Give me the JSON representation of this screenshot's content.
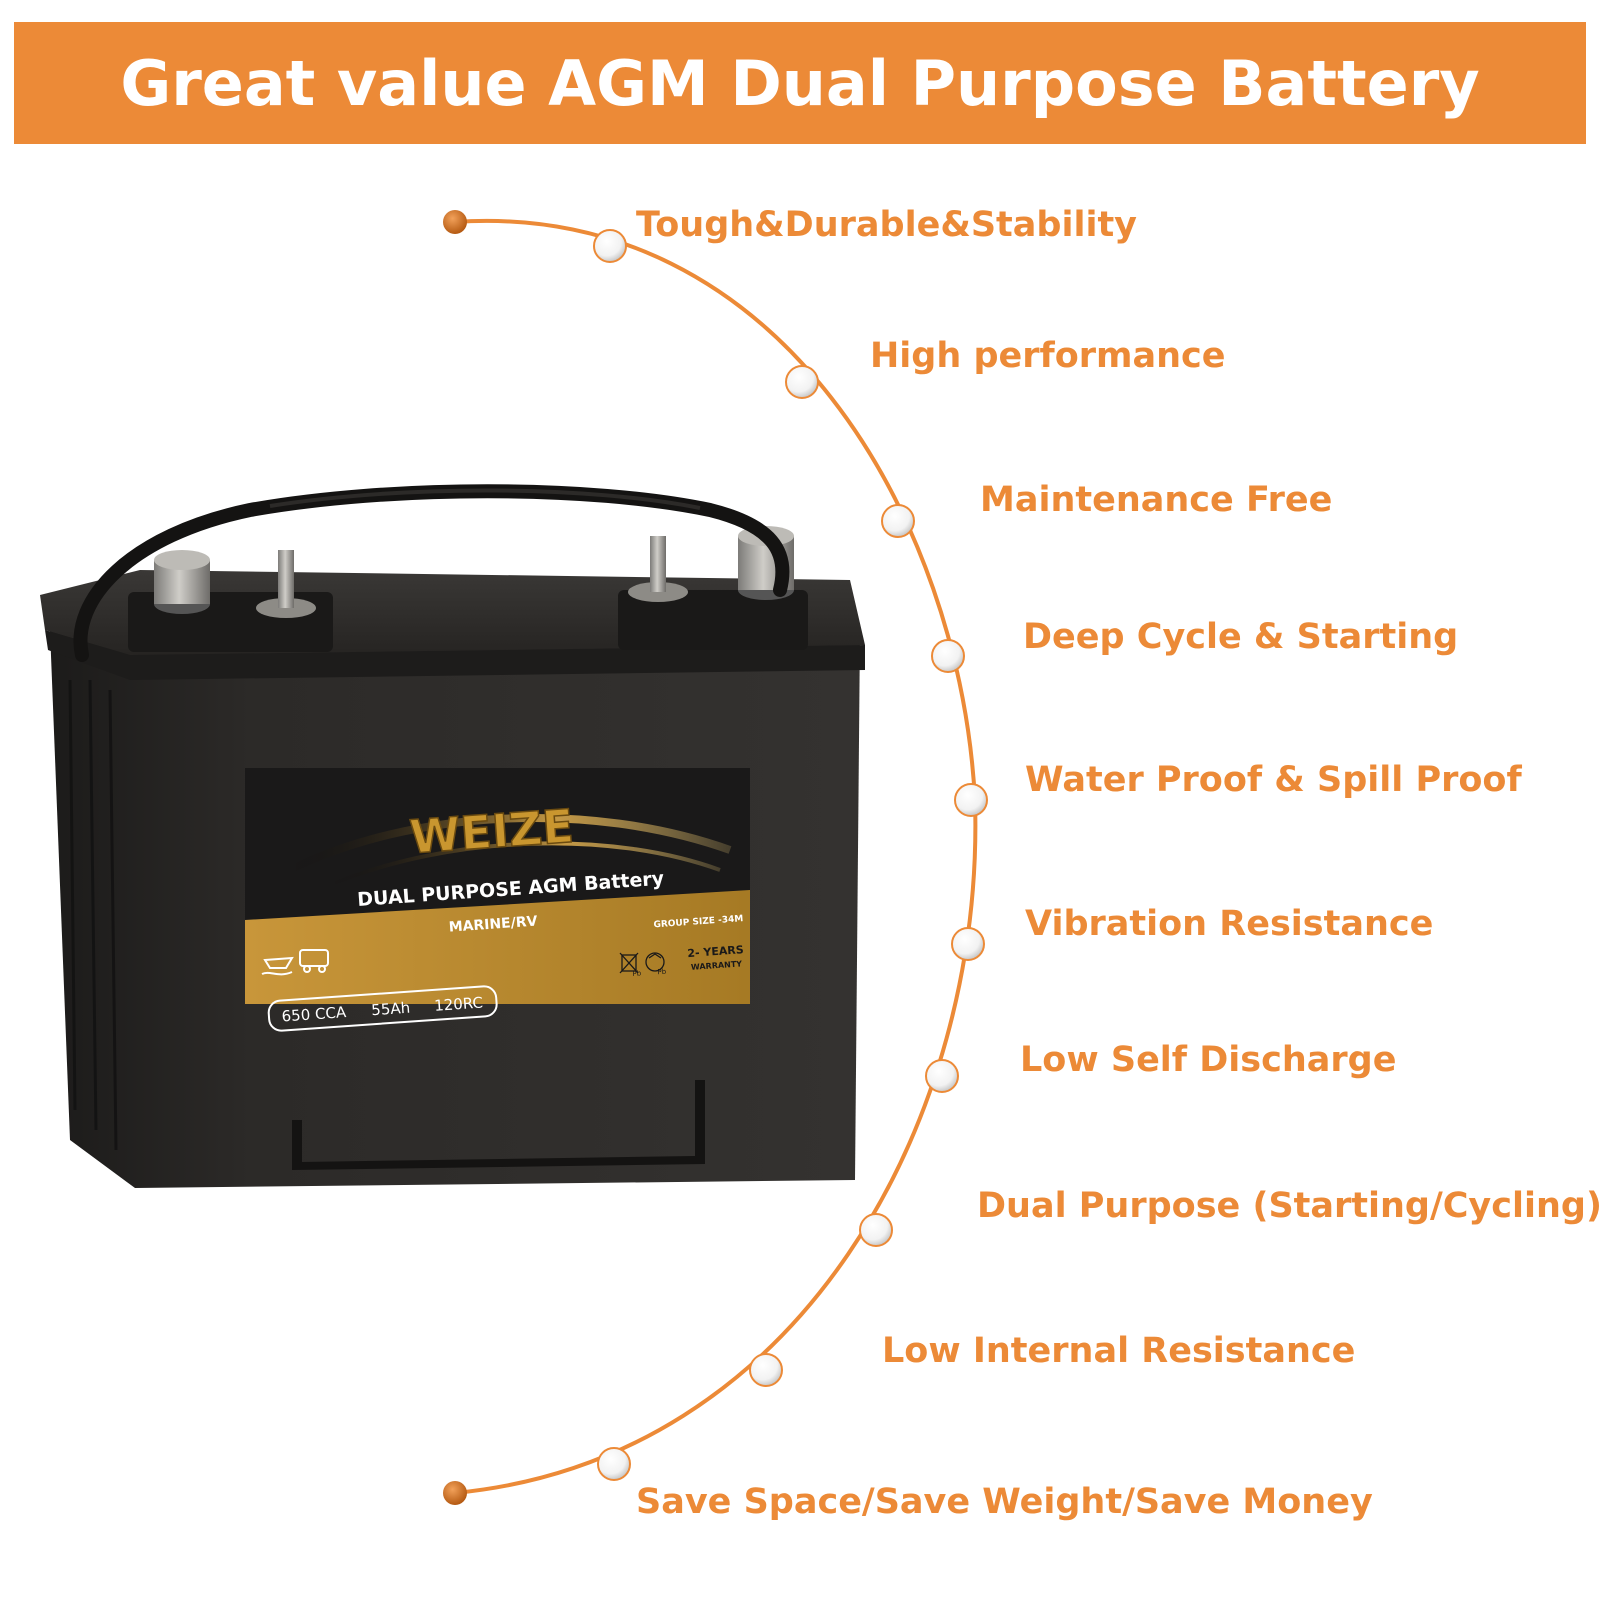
{
  "banner": {
    "title": "Great value AGM Dual Purpose Battery"
  },
  "colors": {
    "accent": "#ec8a37",
    "battery_body": "#2a2826",
    "label_gold": "#b7862a"
  },
  "features": [
    "Tough&Durable&Stability",
    "High performance",
    "Maintenance Free",
    "Deep Cycle & Starting",
    "Water Proof & Spill Proof",
    "Vibration Resistance",
    "Low Self Discharge",
    "Dual Purpose (Starting/Cycling)",
    "Low Internal Resistance",
    "Save Space/Save Weight/Save Money"
  ],
  "battery": {
    "brand": "WEIZE",
    "product": "DUAL PURPOSE AGM Battery",
    "use": "MARINE/RV",
    "group_size": "GROUP SIZE -34M",
    "warranty_years": "2- YEARS",
    "warranty": "WARRANTY",
    "cca": "650 CCA",
    "capacity": "55Ah",
    "reserve": "120RC",
    "pb_mark": "Pb"
  }
}
